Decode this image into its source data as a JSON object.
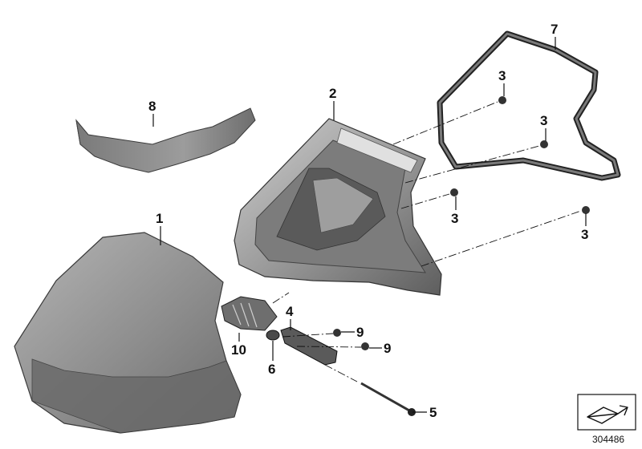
{
  "diagram": {
    "id_number": "304486",
    "callouts": [
      {
        "key": "c1",
        "label": "1"
      },
      {
        "key": "c2",
        "label": "2"
      },
      {
        "key": "c3a",
        "label": "3"
      },
      {
        "key": "c3b",
        "label": "3"
      },
      {
        "key": "c3c",
        "label": "3"
      },
      {
        "key": "c3d",
        "label": "3"
      },
      {
        "key": "c4",
        "label": "4"
      },
      {
        "key": "c5",
        "label": "5"
      },
      {
        "key": "c6",
        "label": "6"
      },
      {
        "key": "c7",
        "label": "7"
      },
      {
        "key": "c8",
        "label": "8"
      },
      {
        "key": "c9a",
        "label": "9"
      },
      {
        "key": "c9b",
        "label": "9"
      },
      {
        "key": "c10",
        "label": "10"
      }
    ]
  },
  "colors": {
    "part_fill": "#8e8e8e",
    "part_dark": "#5c5c5c",
    "part_light": "#c4c4c4",
    "outline": "#222222",
    "leader": "#111111"
  },
  "icons": {
    "view_direction": "arrow-in-box-icon"
  }
}
